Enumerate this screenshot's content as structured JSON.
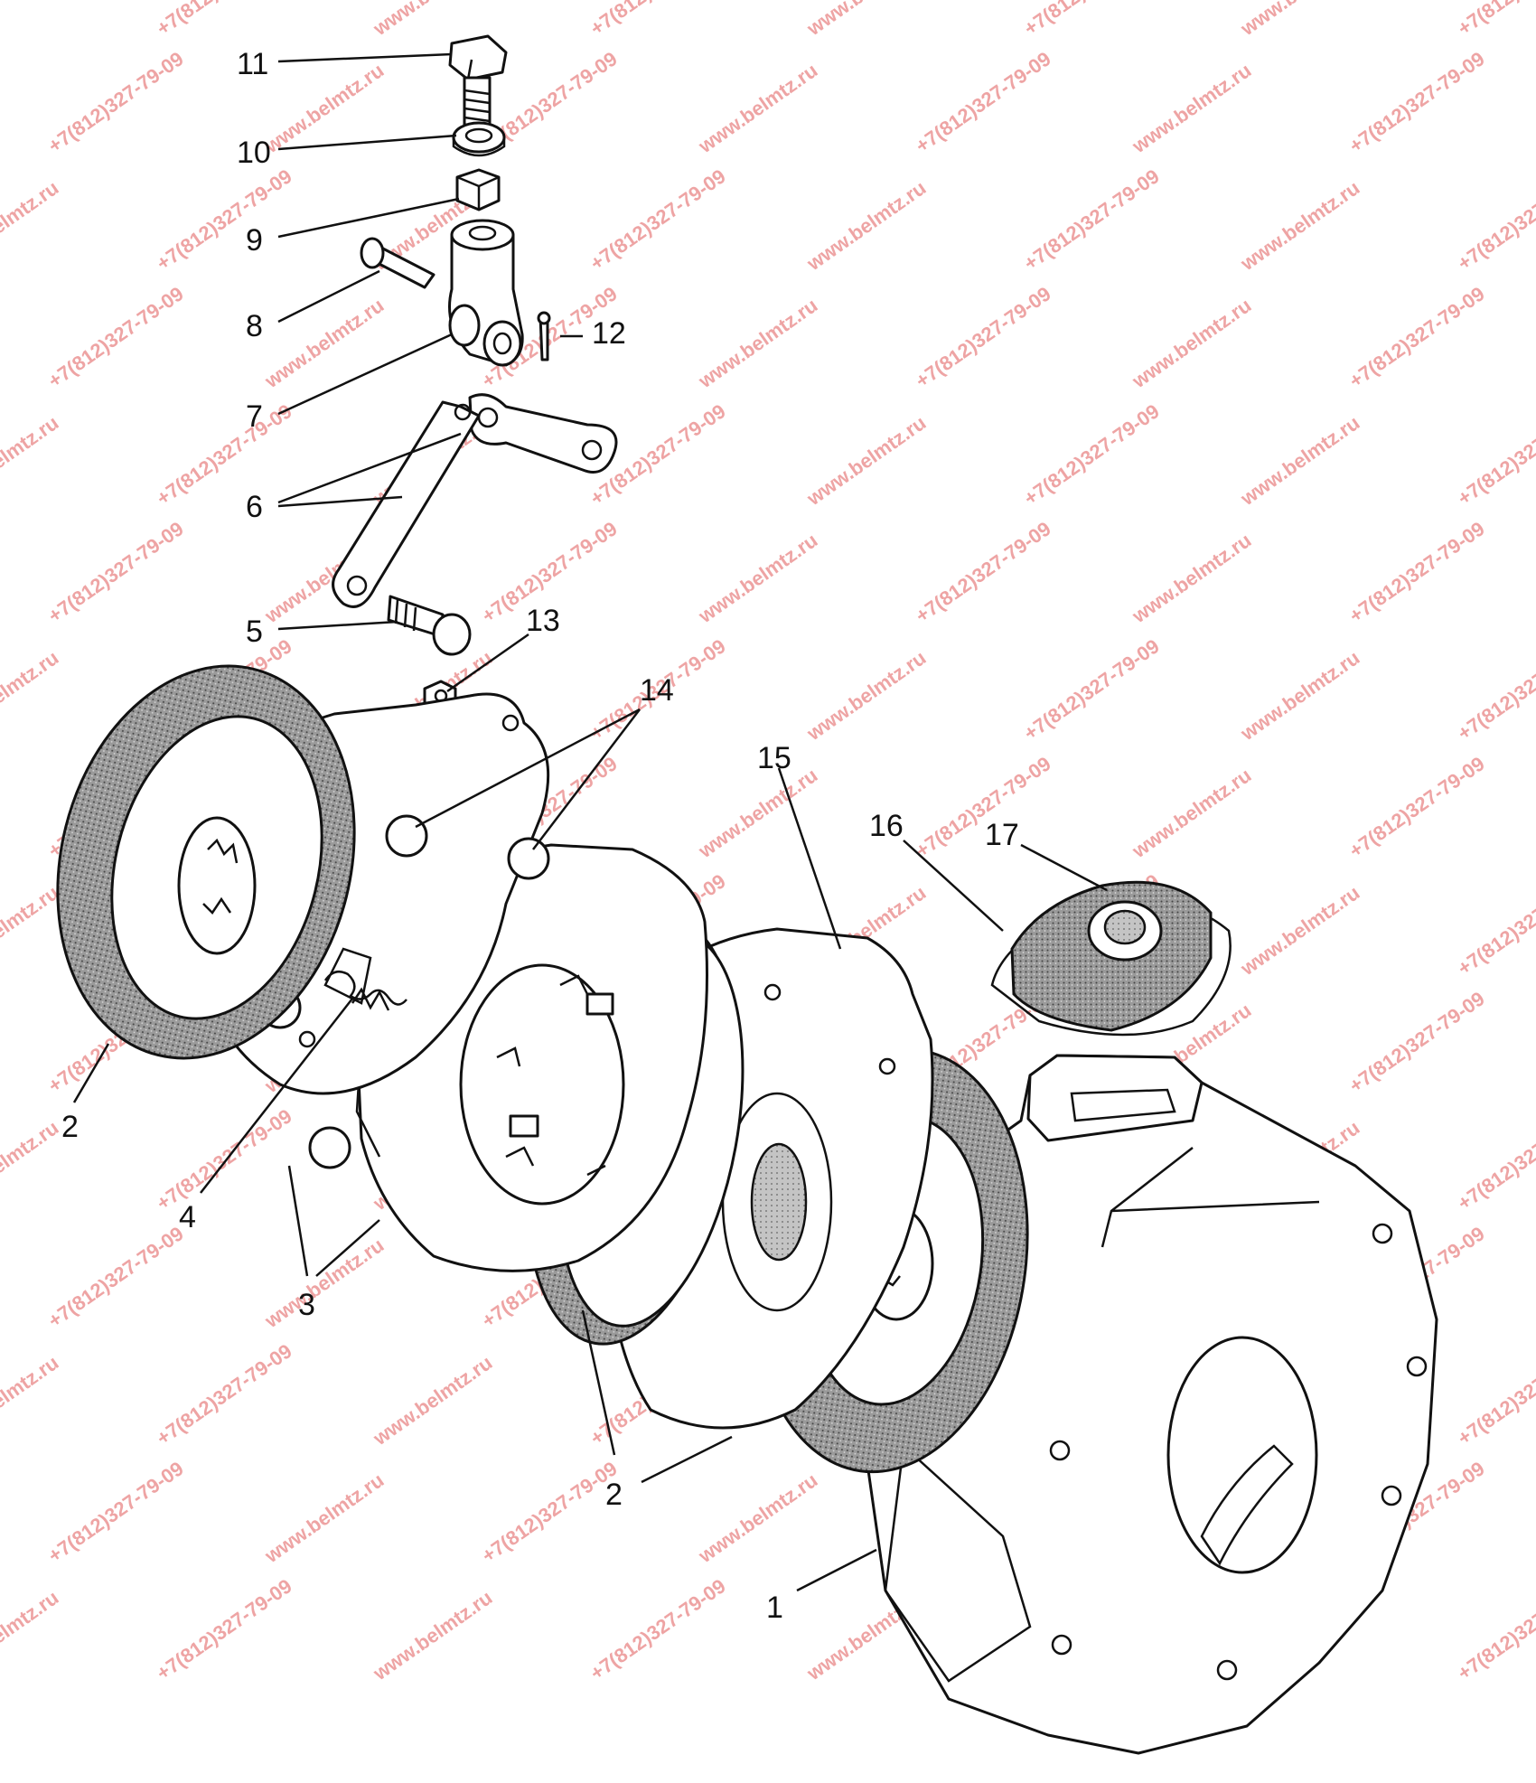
{
  "diagram": {
    "watermarks": {
      "site": "www.belmtz.ru",
      "phone": "+7(812)327-79-09",
      "site_color": "#e05a5a",
      "phone_color": "#e05a5a"
    },
    "callouts": {
      "n1": "1",
      "n2a": "2",
      "n2b": "2",
      "n3": "3",
      "n4": "4",
      "n5": "5",
      "n6": "6",
      "n7": "7",
      "n8": "8",
      "n9": "9",
      "n10": "10",
      "n11": "11",
      "n12": "12",
      "n13": "13",
      "n14": "14",
      "n15": "15",
      "n16": "16",
      "n17": "17"
    }
  }
}
